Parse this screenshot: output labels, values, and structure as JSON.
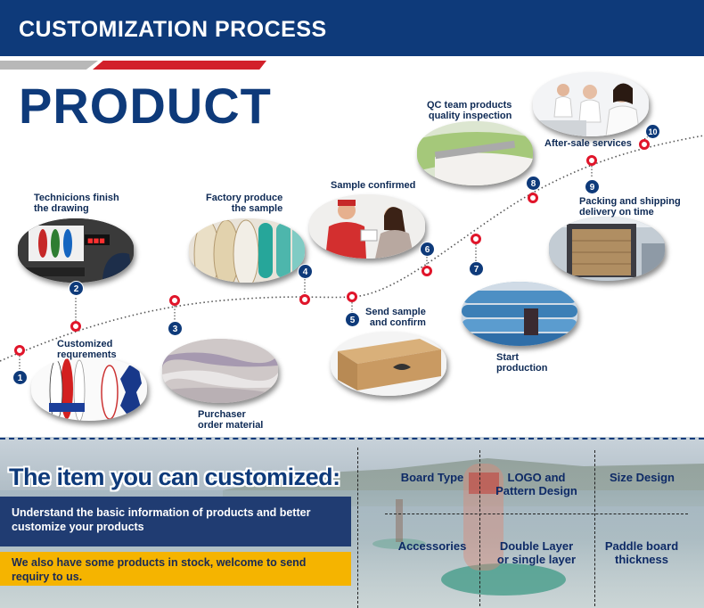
{
  "header": {
    "title": "CUSTOMIZATION PROCESS"
  },
  "hero": {
    "title": "PRODUCT"
  },
  "steps": [
    {
      "number": "1",
      "label": "Customized\nrequrements"
    },
    {
      "number": "2",
      "label": "Technicions finish\nthe drawing"
    },
    {
      "number": "3",
      "label": "Purchaser\norder material"
    },
    {
      "number": "4",
      "label": "Factory produce\nthe sample"
    },
    {
      "number": "5",
      "label": "Send sample\nand confirm"
    },
    {
      "number": "6",
      "label": "Sample confirmed"
    },
    {
      "number": "7",
      "label": "Start\nproduction"
    },
    {
      "number": "8",
      "label": "QC team products\nquality inspection"
    },
    {
      "number": "9",
      "label": "Packing and shipping\ndelivery on time"
    },
    {
      "number": "10",
      "label": "After-sale services"
    }
  ],
  "customize": {
    "title": "The item you can customized:",
    "info": "Understand the basic information of products and better customize your products",
    "stock": "We also have some products in stock, welcome to send requiry to us."
  },
  "options": [
    "Board Type",
    "LOGO and\nPattern Design",
    "Size Design",
    "Accessories",
    "Double Layer\nor single layer",
    "Paddle board\nthickness"
  ],
  "colors": {
    "brand_blue": "#0e3a7a",
    "accent_red": "#d2202a",
    "yellow": "#f5b400"
  },
  "icons": [
    "step-marker-pin-icon"
  ]
}
